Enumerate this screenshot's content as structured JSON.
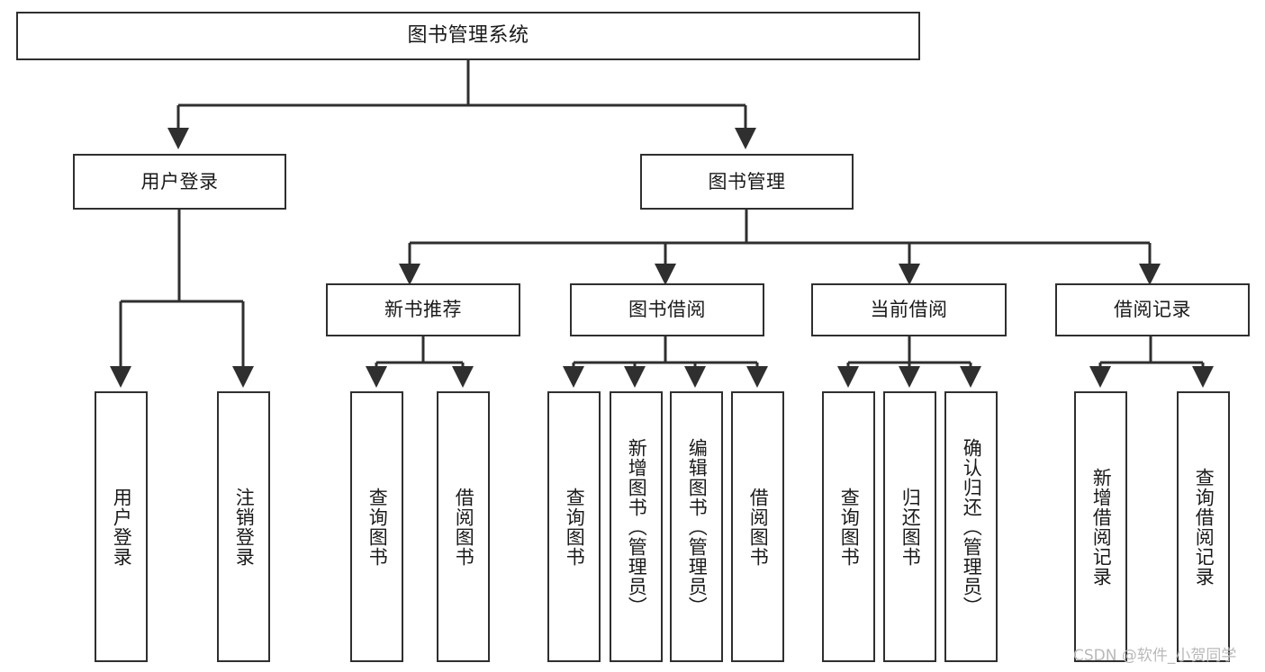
{
  "diagram": {
    "title": "图书管理系统",
    "type": "tree",
    "orientation": "top-down",
    "line_color": "#2f2f2f",
    "box_fill": "#ffffff",
    "text_color": "#1a1a1a",
    "nodes": {
      "root": {
        "label": "图书管理系统"
      },
      "level2": [
        {
          "label": "用户登录"
        },
        {
          "label": "图书管理"
        }
      ],
      "level3": [
        {
          "label": "新书推荐"
        },
        {
          "label": "图书借阅"
        },
        {
          "label": "当前借阅"
        },
        {
          "label": "借阅记录"
        }
      ],
      "leaves": {
        "user_login": [
          {
            "label": "用户登录"
          },
          {
            "label": "注销登录"
          }
        ],
        "new_book_recommend": [
          {
            "label": "查询图书"
          },
          {
            "label": "借阅图书"
          }
        ],
        "book_borrow": [
          {
            "label": "查询图书"
          },
          {
            "label": "新增图书（管理员）"
          },
          {
            "label": "编辑图书（管理员）"
          },
          {
            "label": "借阅图书"
          }
        ],
        "current_borrow": [
          {
            "label": "查询图书"
          },
          {
            "label": "归还图书"
          },
          {
            "label": "确认归还（管理员）"
          }
        ],
        "borrow_record": [
          {
            "label": "新增借阅记录"
          },
          {
            "label": "查询借阅记录"
          }
        ]
      }
    }
  },
  "watermark": {
    "text": "CSDN @软件_小贺同学",
    "color": "#b9b9b9"
  }
}
